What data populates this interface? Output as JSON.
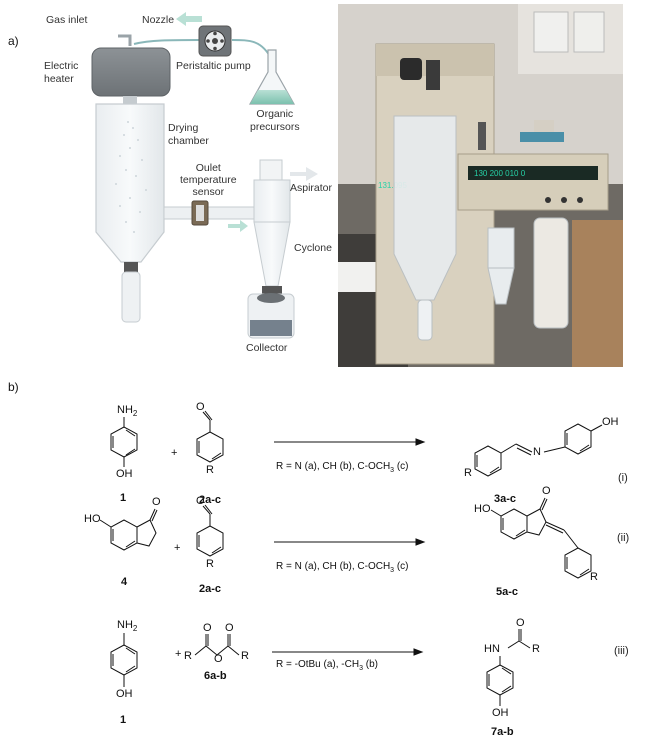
{
  "panels": {
    "a": "a)",
    "b": "b)"
  },
  "apparatus_labels": {
    "gas_inlet": "Gas inlet",
    "nozzle": "Nozzle",
    "electric_heater": "Electric\nheater",
    "peristaltic_pump": "Peristaltic pump",
    "organic_precursors": "Organic\nprecursors",
    "drying_chamber": "Drying\nchamber",
    "outlet_sensor": "Oulet\ntemperature\nsensor",
    "aspirator": "Aspirator",
    "cyclone": "Cyclone",
    "collector": "Collector"
  },
  "instrument_display": {
    "left_readout": "131.095",
    "right_readout": "130 200 010 0"
  },
  "reactions": [
    {
      "tag": "(i)",
      "reactant1": {
        "top": "NH",
        "top_sub": "2",
        "bottom": "OH",
        "number": "1"
      },
      "plus": "+",
      "reactant2": {
        "number": "2a-c",
        "ring_label": "R",
        "carbonyl": "O"
      },
      "condition": {
        "pre": "R = N (a), CH (b), C-OCH",
        "sub": "3",
        "post": " (c)"
      },
      "product": {
        "number": "3a-c",
        "ring_label": "R",
        "group": "OH",
        "linker": "N"
      }
    },
    {
      "tag": "(ii)",
      "reactant1": {
        "group": "HO",
        "carbonyl": "O",
        "number": "4"
      },
      "plus": "+",
      "reactant2": {
        "number": "2a-c",
        "ring_label": "R",
        "carbonyl": "O"
      },
      "condition": {
        "pre": "R = N (a), CH (b), C-OCH",
        "sub": "3",
        "post": " (c)"
      },
      "product": {
        "number": "5a-c",
        "group": "HO",
        "carbonyl": "O",
        "ring_label": "R"
      }
    },
    {
      "tag": "(iii)",
      "reactant1": {
        "top": "NH",
        "top_sub": "2",
        "bottom": "OH",
        "number": "1"
      },
      "plus": "+",
      "reactant2": {
        "number": "6a-b",
        "r_left": "R",
        "r_right": "R",
        "o1": "O",
        "o2": "O",
        "o3": "O"
      },
      "condition": {
        "text": "R =  -OtBu (a), -CH",
        "sub": "3",
        "post": "  (b)"
      },
      "product": {
        "number": "7a-b",
        "nh": "HN",
        "carbonyl": "O",
        "r": "R",
        "bottom": "OH"
      }
    }
  ]
}
